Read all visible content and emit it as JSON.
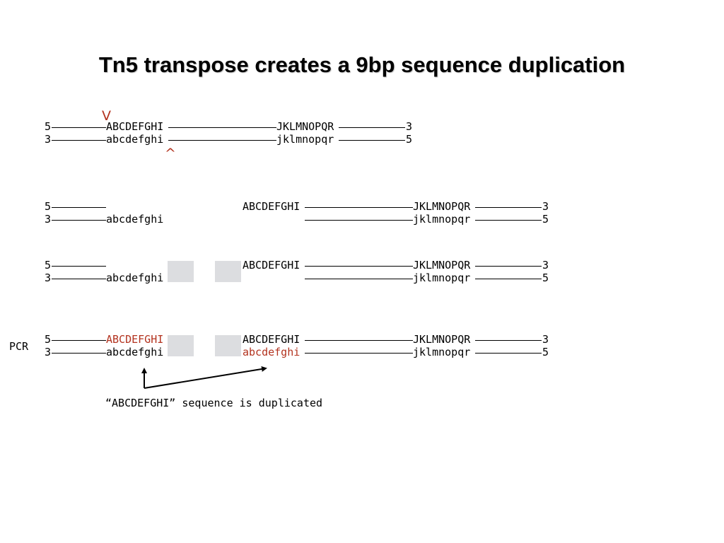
{
  "title": "Tn5 transpose creates a 9bp sequence duplication",
  "end5": "5",
  "end3": "3",
  "seg1_top": "ABCDEFGHI",
  "seg1_bottom": "abcdefghi",
  "seg2_top": "JKLMNOPQR",
  "seg2_bottom": "jklmnopqr",
  "cut_top": "V",
  "cut_bottom": "^",
  "pcr_label": "PCR",
  "caption": "“ABCDEFGHI” sequence is duplicated",
  "colors": {
    "highlight": "#b3331f",
    "gap_fill": "#dcdde0",
    "strand": "#000000"
  }
}
